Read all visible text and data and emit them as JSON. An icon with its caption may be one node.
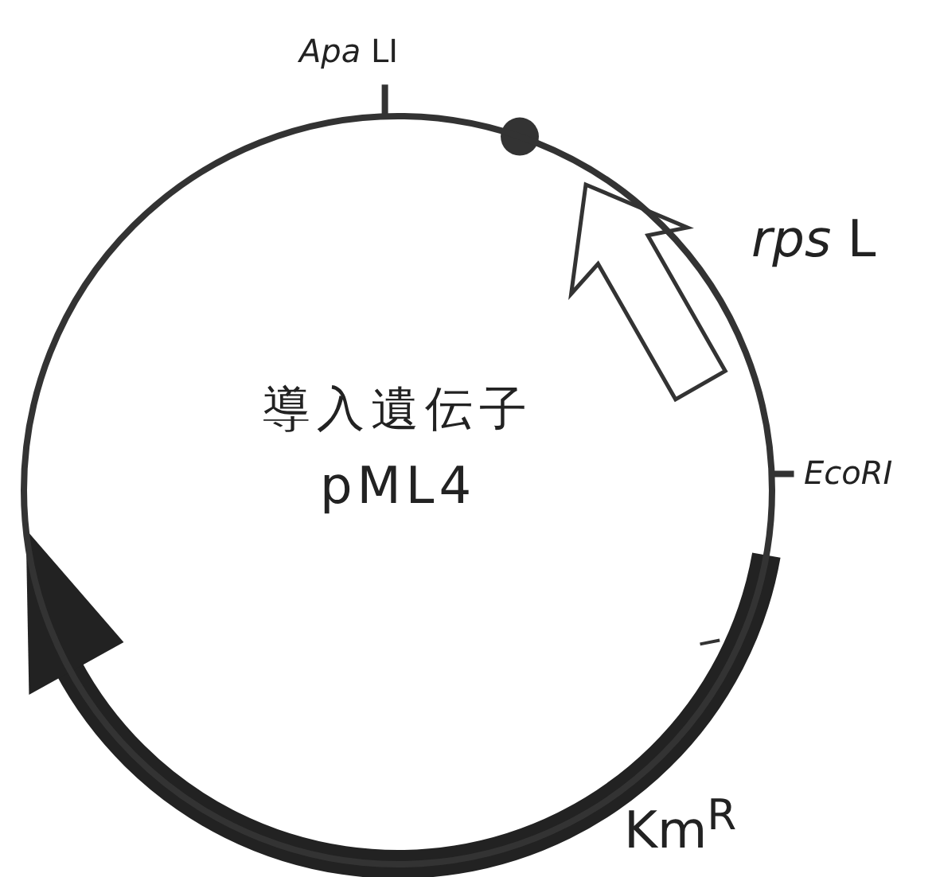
{
  "diagram": {
    "nodes": [
      {
        "text": [
          "導入遺伝子",
          "pML4"
        ]
      }
    ],
    "labels": [
      "*Apa* LI",
      "*rps* L",
      "EcoRI",
      "Km$^{R}$"
    ]
  }
}
